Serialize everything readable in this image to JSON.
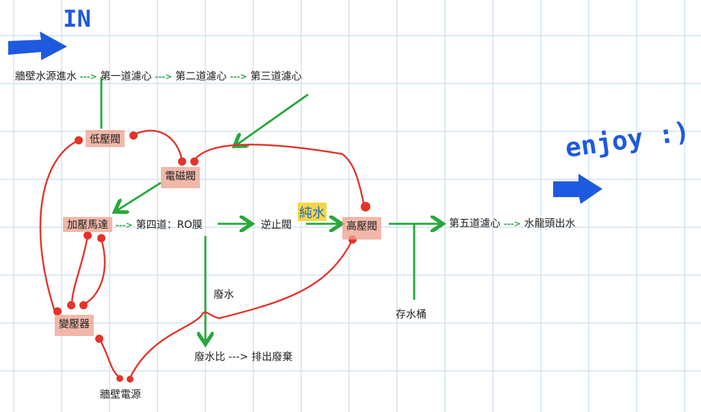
{
  "handwriting": {
    "in": "IN",
    "enjoy": "enjoy :)"
  },
  "nodes": {
    "wall_water": "牆壁水源進水",
    "filter1": "第一道濾心",
    "filter2": "第二道濾心",
    "filter3": "第三道濾心",
    "low_valve": "低壓閥",
    "solenoid": "電磁閥",
    "pump": "加壓馬達",
    "ro": "第四道：RO膜",
    "check_valve": "逆止閥",
    "pure_water": "純水",
    "high_valve": "高壓閥",
    "filter5": "第五道濾心",
    "faucet": "水龍頭出水",
    "tank": "存水桶",
    "waste": "廢水",
    "waste_ratio": "廢水比 ---> 排出廢棄",
    "transformer": "變壓器",
    "wall_power": "牆壁電源"
  },
  "arrow_text": "--->",
  "colors": {
    "grid": "#cfe4f3",
    "wire": "#e5332a",
    "flow": "#27a83c",
    "hand": "#1e5ae0",
    "highlight": "#f0a898"
  }
}
